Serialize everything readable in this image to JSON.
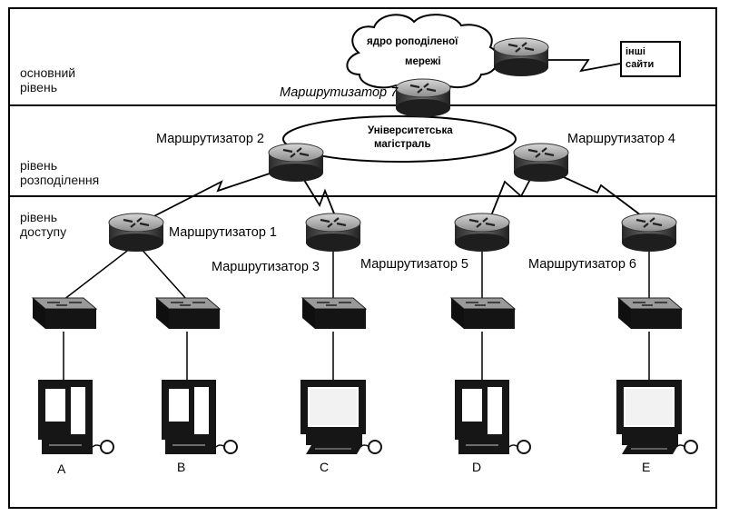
{
  "tiers": {
    "core": [
      "основний",
      "рівень"
    ],
    "distribution": [
      "рівень",
      "розподілення"
    ],
    "access": [
      "рівень",
      "доступу"
    ]
  },
  "cloud": {
    "line1": "ядро роподіленої",
    "line2": "мережі"
  },
  "backbone": {
    "line1": "Університетська",
    "line2": "магістраль"
  },
  "other_sites": {
    "line1": "інші",
    "line2": "сайти"
  },
  "routers": {
    "r1": "Маршрутизатор 1",
    "r2": "Маршрутизатор 2",
    "r3": "Маршрутизатор 3",
    "r4": "Маршрутизатор 4",
    "r5": "Маршрутизатор 5",
    "r6": "Маршрутизатор 6",
    "r7": "Маршрутизатор 7"
  },
  "hosts": [
    "A",
    "B",
    "C",
    "D",
    "E"
  ],
  "colors": {
    "line": "#000000",
    "device_dark": "#1a1a1a",
    "device_mid": "#6b6b6b",
    "device_light": "#c8c8c8"
  }
}
